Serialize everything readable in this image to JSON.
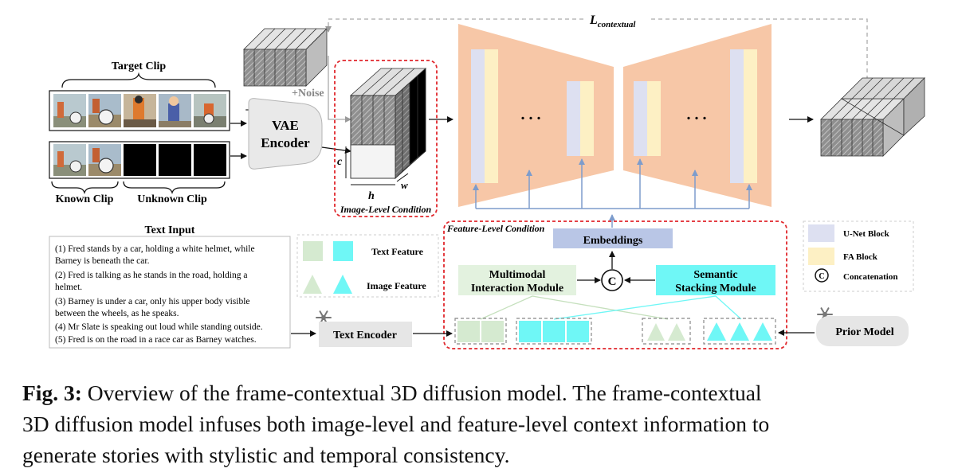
{
  "labels": {
    "target_clip": "Target Clip",
    "known_clip": "Known Clip",
    "unknown_clip": "Unknown Clip",
    "noise": "+Noise",
    "vae_line1": "VAE",
    "vae_line2": "Encoder",
    "c": "c",
    "h": "h",
    "w": "w",
    "image_level_condition": "Image-Level Condition",
    "loss_main": "L",
    "loss_sub": "contextual",
    "dots": ". . .",
    "text_input_title": "Text Input",
    "text_encoder": "Text Encoder",
    "text_feature": "Text Feature",
    "image_feature": "Image Feature",
    "feature_level_condition": "Feature-Level Condition",
    "embeddings": "Embeddings",
    "mim_line1": "Multimodal",
    "mim_line2": "Interaction Module",
    "ssm_line1": "Semantic",
    "ssm_line2": "Stacking Module",
    "concat_symbol": "C",
    "prior_model": "Prior Model",
    "legend_unet": "U-Net Block",
    "legend_fa": "FA Block",
    "legend_concat": "Concatenation"
  },
  "text_input_lines": [
    "(1)  Fred stands by a car, holding a white helmet, while",
    "Barney is beneath the car.",
    "(2) Fred is talking as he stands in the road, holding a",
    "helmet.",
    "(3) Barney is under a car, only his upper body visible",
    "between the wheels, as he speaks.",
    "(4) Mr Slate is speaking out loud while standing outside.",
    "(5) Fred is on the road in a race car as Barney watches."
  ],
  "caption": {
    "fig_label": "Fig. 3:",
    "line1": "Overview of the frame-contextual 3D diffusion model. The frame-contextual",
    "line2": "3D diffusion model infuses both image-level and feature-level context information to",
    "line3": "generate stories with stylistic and temporal consistency."
  },
  "colors": {
    "unet_block": "#dde0f1",
    "fa_block": "#fdf0c4",
    "unet_body": "#f7c7a7",
    "embeddings": "#b9c6e6",
    "text_feature": "#d5ead0",
    "image_feature": "#6ff7f6",
    "dashed_red": "#e0262b",
    "arrow_blue": "#7d9ccc",
    "gray_box": "#e6e6e6"
  },
  "icons": [
    "snowflake-icon",
    "concatenation-icon"
  ]
}
